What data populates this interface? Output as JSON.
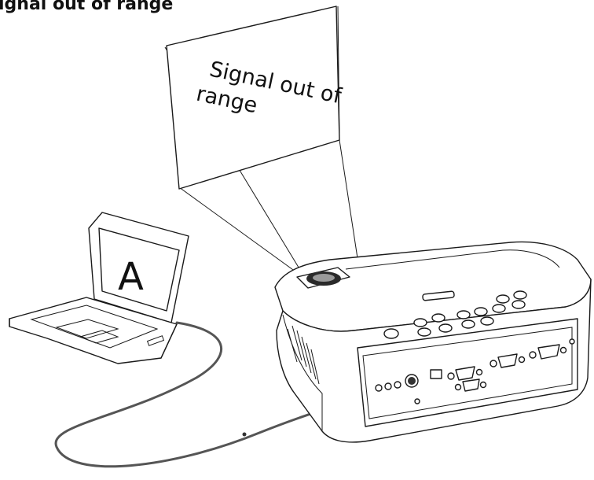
{
  "heading": {
    "text": "ignal out of range"
  },
  "projection_screen": {
    "line1": "Signal out of",
    "line2": "range"
  },
  "laptop": {
    "screen_letter": "A"
  },
  "colors": {
    "ink": "#1a1a1a",
    "cable": "#555555",
    "background": "#ffffff"
  }
}
